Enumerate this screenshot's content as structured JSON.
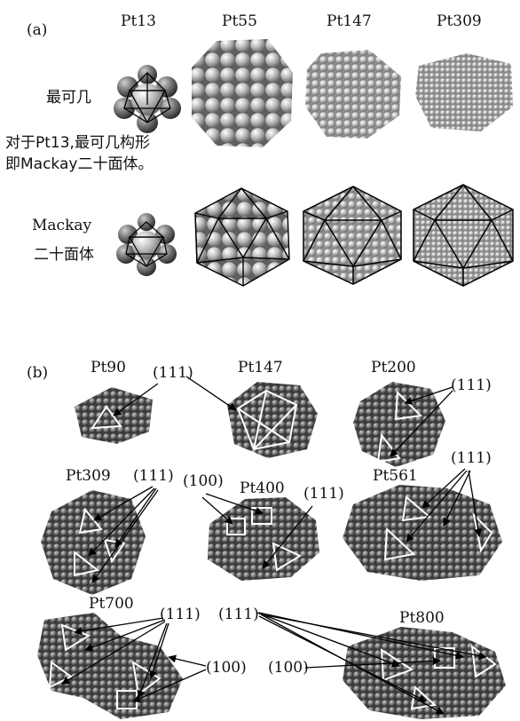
{
  "panel_a": {
    "label": "(a)",
    "columns": [
      "Pt13",
      "Pt55",
      "Pt147",
      "Pt309"
    ],
    "row1_label": "最可几",
    "note_line1": "对于Pt13,最可几构形",
    "note_line2": "即Mackay二十面体。",
    "row2_label_line1": "Mackay",
    "row2_label_line2": "二十面体"
  },
  "panel_b": {
    "label": "(b)",
    "clusters": [
      "Pt90",
      "Pt147",
      "Pt200",
      "Pt309",
      "Pt400",
      "Pt561",
      "Pt700",
      "Pt800"
    ],
    "facet_labels": {
      "pt90_111": "(111)",
      "pt200_111": "(111)",
      "pt309_111": "(111)",
      "pt400_100": "(100)",
      "pt400_111": "(111)",
      "pt561_111": "(111)",
      "pt700_111": "(111)",
      "pt700_100": "(100)",
      "pt800_111": "(111)",
      "pt800_100": "(100)"
    }
  },
  "colors": {
    "atom_light": "#dcdcdc",
    "atom_dark": "#5a5a5a",
    "facet_outline": "#ffffff",
    "line": "#000000"
  }
}
